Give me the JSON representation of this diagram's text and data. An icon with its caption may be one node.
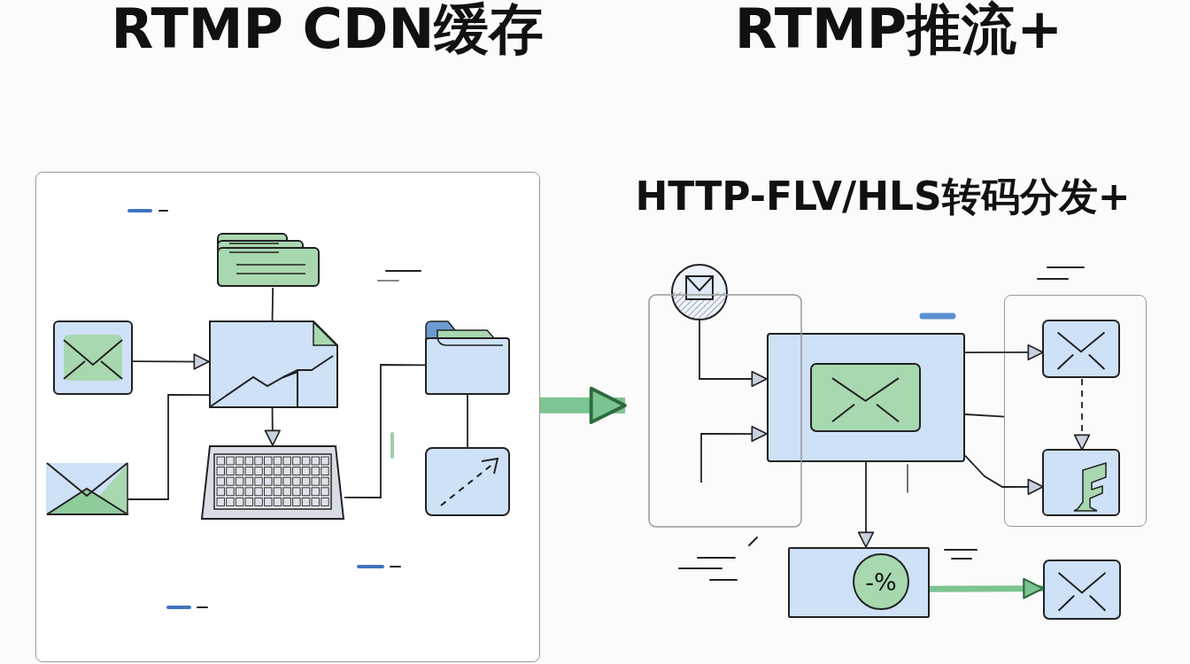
{
  "diagram": {
    "nodes": [
      {
        "text": [],
        "shape": "box"
      },
      {
        "text": [],
        "shape": "document",
        "in": 0
      },
      {
        "text": [],
        "shape": "envelope",
        "in": 0
      },
      {
        "text": [],
        "shape": "document",
        "in": 0
      },
      {
        "text": [],
        "shape": "envelope",
        "in": 0
      },
      {
        "text": [],
        "shape": "keyboard",
        "in": 0
      },
      {
        "text": [],
        "shape": "folder",
        "in": 0
      },
      {
        "text": [],
        "shape": "box",
        "in": 0
      },
      {
        "text": [],
        "shape": "circle"
      },
      {
        "text": [],
        "shape": "box"
      },
      {
        "text": [],
        "shape": "envelope",
        "in": 9
      },
      {
        "text": [],
        "shape": "box"
      },
      {
        "text": [],
        "shape": "envelope",
        "in": 11
      },
      {
        "text": [],
        "shape": "box",
        "in": 11
      },
      {
        "text": [],
        "shape": "box"
      },
      {
        "text": [
          "-%"
        ],
        "in": 14
      },
      {
        "text": [],
        "shape": "envelope"
      }
    ],
    "edges": [
      {
        "from": 1,
        "to": 3,
        "arrow": "none"
      },
      {
        "from": 2,
        "to": 3,
        "arrow": "to"
      },
      {
        "from": 3,
        "to": 5,
        "arrow": "to"
      },
      {
        "from": 4,
        "to": 3,
        "arrow": "none"
      },
      {
        "from": 5,
        "to": 6,
        "arrow": "none"
      },
      {
        "from": 6,
        "to": 7,
        "arrow": "none"
      },
      {
        "from": 0,
        "to": null,
        "arrow": "to",
        "style": "thick",
        "color": "#7cc492"
      },
      {
        "from": 8,
        "to": 9,
        "arrow": "to"
      },
      {
        "from": null,
        "to": 9,
        "arrow": "to"
      },
      {
        "from": 9,
        "to": 12,
        "arrow": "to"
      },
      {
        "from": 12,
        "to": 13,
        "arrow": "to",
        "style": "dashed"
      },
      {
        "from": 9,
        "to": 11,
        "arrow": "none"
      },
      {
        "from": 9,
        "to": 13,
        "arrow": "to"
      },
      {
        "from": 9,
        "to": 14,
        "arrow": "to"
      },
      {
        "from": 14,
        "to": 16,
        "arrow": "to",
        "style": "thick",
        "color": "#7cc492"
      }
    ],
    "labels": [
      "RTMP CDN缓存",
      "RTMP推流+",
      "HTTP-FLV/HLS转码分发+"
    ]
  }
}
